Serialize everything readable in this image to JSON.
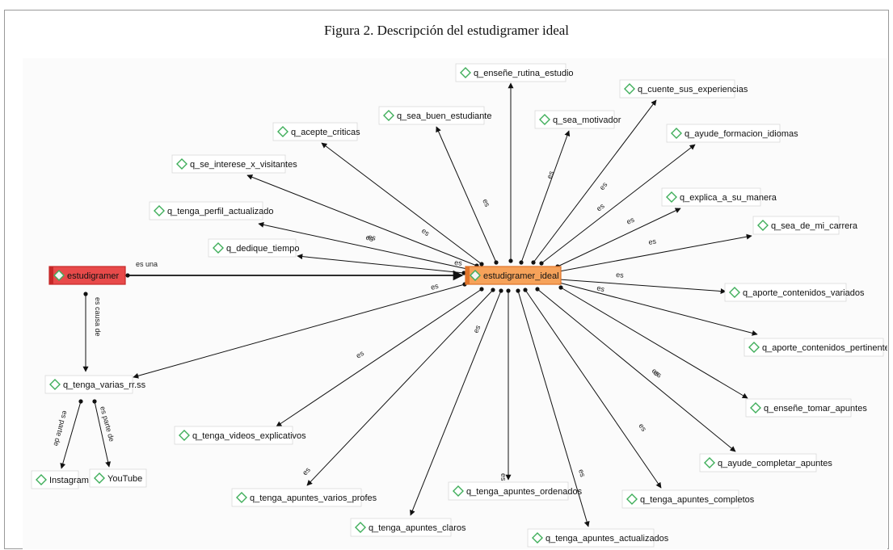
{
  "figure": {
    "title": "Figura 2. Descripción del estudigramer ideal"
  },
  "diagram": {
    "nodes": [
      {
        "id": "estudigramer",
        "label": "estudigramer",
        "style": "red"
      },
      {
        "id": "ideal",
        "label": "estudigramer_ideal",
        "style": "orange"
      },
      {
        "id": "rrss",
        "label": "q_tenga_varias_rr.ss",
        "style": "plain"
      },
      {
        "id": "instagram",
        "label": "Instagram",
        "style": "plain"
      },
      {
        "id": "youtube",
        "label": "YouTube",
        "style": "plain"
      },
      {
        "id": "rutina",
        "label": "q_enseñe_rutina_estudio",
        "style": "plain"
      },
      {
        "id": "experiencias",
        "label": "q_cuente_sus_experiencias",
        "style": "plain"
      },
      {
        "id": "buen",
        "label": "q_sea_buen_estudiante",
        "style": "plain"
      },
      {
        "id": "motivador",
        "label": "q_sea_motivador",
        "style": "plain"
      },
      {
        "id": "criticas",
        "label": "q_acepte_criticas",
        "style": "plain"
      },
      {
        "id": "idiomas",
        "label": "q_ayude_formacion_idiomas",
        "style": "plain"
      },
      {
        "id": "interese",
        "label": "q_se_interese_x_visitantes",
        "style": "plain"
      },
      {
        "id": "explica",
        "label": "q_explica_a_su_manera",
        "style": "plain"
      },
      {
        "id": "perfil",
        "label": "q_tenga_perfil_actualizado",
        "style": "plain"
      },
      {
        "id": "carrera",
        "label": "q_sea_de_mi_carrera",
        "style": "plain"
      },
      {
        "id": "dedique",
        "label": "q_dedique_tiempo",
        "style": "plain"
      },
      {
        "id": "variados",
        "label": "q_aporte_contenidos_variados",
        "style": "plain"
      },
      {
        "id": "pertinentes",
        "label": "q_aporte_contenidos_pertinentes",
        "style": "plain"
      },
      {
        "id": "tomar",
        "label": "q_enseñe_tomar_apuntes",
        "style": "plain"
      },
      {
        "id": "videos",
        "label": "q_tenga_videos_explicativos",
        "style": "plain"
      },
      {
        "id": "completar",
        "label": "q_ayude_completar_apuntes",
        "style": "plain"
      },
      {
        "id": "ordenados",
        "label": "q_tenga_apuntes_ordenados",
        "style": "plain"
      },
      {
        "id": "varios",
        "label": "q_tenga_apuntes_varios_profes",
        "style": "plain"
      },
      {
        "id": "completos",
        "label": "q_tenga_apuntes_completos",
        "style": "plain"
      },
      {
        "id": "claros",
        "label": "q_tenga_apuntes_claros",
        "style": "plain"
      },
      {
        "id": "actualizados",
        "label": "q_tenga_apuntes_actualizados",
        "style": "plain"
      }
    ],
    "edges": [
      {
        "from": "estudigramer",
        "to": "ideal",
        "label": "es una"
      },
      {
        "from": "estudigramer",
        "to": "rrss",
        "label": "es causa de"
      },
      {
        "from": "rrss",
        "to": "instagram",
        "label": "es parte de"
      },
      {
        "from": "rrss",
        "to": "youtube",
        "label": "es parte de"
      },
      {
        "from": "ideal",
        "to": "rutina",
        "label": ""
      },
      {
        "from": "ideal",
        "to": "experiencias",
        "label": "es"
      },
      {
        "from": "ideal",
        "to": "buen",
        "label": "es"
      },
      {
        "from": "ideal",
        "to": "motivador",
        "label": "es"
      },
      {
        "from": "ideal",
        "to": "criticas",
        "label": "es"
      },
      {
        "from": "ideal",
        "to": "idiomas",
        "label": "es"
      },
      {
        "from": "ideal",
        "to": "interese",
        "label": "es"
      },
      {
        "from": "ideal",
        "to": "explica",
        "label": "es"
      },
      {
        "from": "ideal",
        "to": "perfil",
        "label": "es"
      },
      {
        "from": "ideal",
        "to": "carrera",
        "label": "es"
      },
      {
        "from": "ideal",
        "to": "dedique",
        "label": "es"
      },
      {
        "from": "ideal",
        "to": "variados",
        "label": "es"
      },
      {
        "from": "ideal",
        "to": "pertinentes",
        "label": "es"
      },
      {
        "from": "ideal",
        "to": "tomar",
        "label": "es"
      },
      {
        "from": "ideal",
        "to": "rrss",
        "label": "es"
      },
      {
        "from": "ideal",
        "to": "videos",
        "label": "es"
      },
      {
        "from": "ideal",
        "to": "completar",
        "label": "es"
      },
      {
        "from": "ideal",
        "to": "ordenados",
        "label": "es"
      },
      {
        "from": "ideal",
        "to": "varios",
        "label": "es"
      },
      {
        "from": "ideal",
        "to": "completos",
        "label": "es"
      },
      {
        "from": "ideal",
        "to": "claros",
        "label": "es"
      },
      {
        "from": "ideal",
        "to": "actualizados",
        "label": "es"
      }
    ],
    "colors": {
      "red_fill": "#e84a4a",
      "red_border": "#c62828",
      "orange_fill": "#f6a25a",
      "orange_border": "#e0742a",
      "diamond": "#3fae5a",
      "edge": "#111111",
      "box_border": "#d9d9d9"
    },
    "icon": "diamond-icon"
  }
}
